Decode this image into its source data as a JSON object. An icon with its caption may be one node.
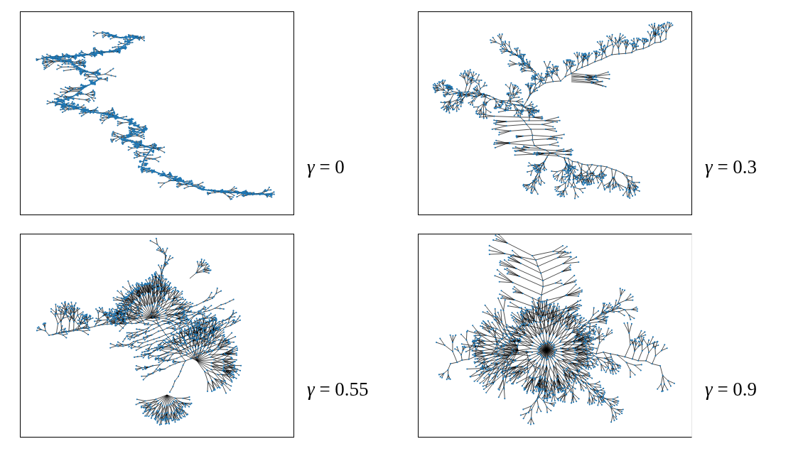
{
  "diagram": {
    "labels": [
      "*γ* = 0",
      "*γ* = 0.3",
      "*γ* = 0.55",
      "*γ* = 0.9"
    ]
  }
}
